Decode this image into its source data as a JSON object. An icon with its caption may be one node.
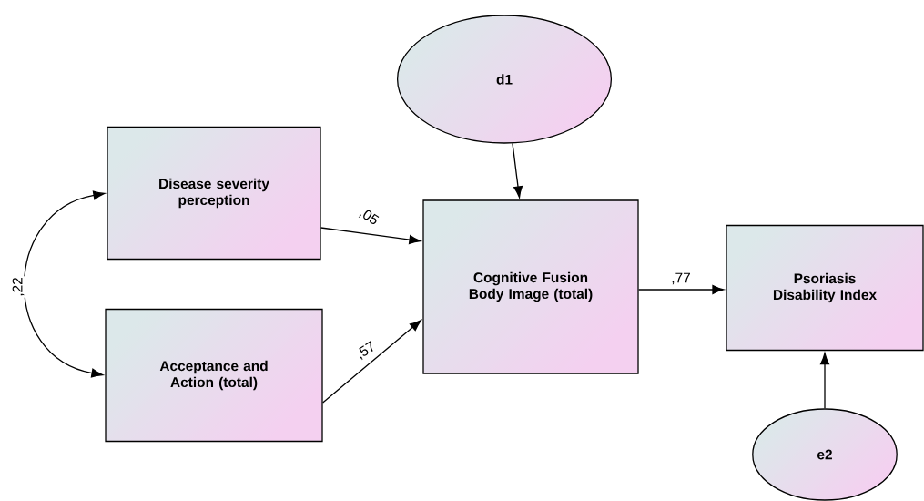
{
  "diagram": {
    "nodes": [
      {
        "text": [
          "d1"
        ]
      },
      {
        "text": [
          "Disease severity perception"
        ]
      },
      {
        "text": [
          "Acceptance and Action (total)"
        ]
      },
      {
        "text": [
          "Cognitive Fusion Body Image (total)"
        ]
      },
      {
        "text": [
          "Psoriasis Disability Index"
        ]
      },
      {
        "text": [
          "e2"
        ]
      }
    ],
    "edges": [
      {
        "from": 1,
        "to": 2,
        "arrow": "both",
        "label": ",22"
      },
      {
        "from": 0,
        "to": 3,
        "arrow": "to"
      },
      {
        "from": 1,
        "to": 3,
        "arrow": "to",
        "label": ",05"
      },
      {
        "from": 2,
        "to": 3,
        "arrow": "to",
        "label": ",57"
      },
      {
        "from": 3,
        "to": 4,
        "arrow": "to",
        "label": ",77"
      },
      {
        "from": 5,
        "to": 4,
        "arrow": "to"
      }
    ]
  }
}
